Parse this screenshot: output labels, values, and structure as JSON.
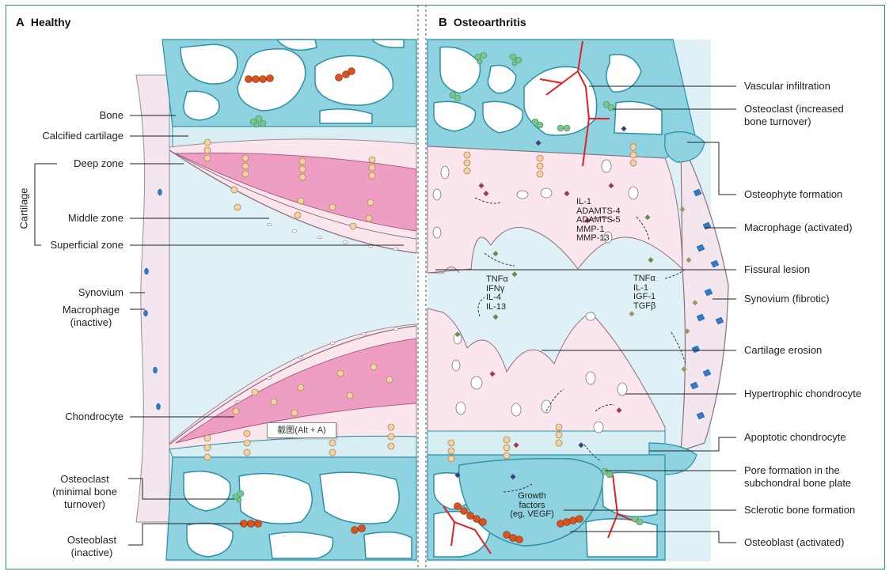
{
  "panels": {
    "a": {
      "letter": "A",
      "title": "Healthy"
    },
    "b": {
      "letter": "B",
      "title": "Osteoarthritis"
    }
  },
  "labels_left": {
    "bone": "Bone",
    "calcified_cartilage": "Calcified cartilage",
    "cartilage_group": "Cartilage",
    "deep_zone": "Deep zone",
    "middle_zone": "Middle zone",
    "superficial_zone": "Superficial zone",
    "synovium": "Synovium",
    "macrophage_inactive_1": "Macrophage",
    "macrophage_inactive_2": "(inactive)",
    "chondrocyte": "Chondrocyte",
    "osteoclast_minimal_1": "Osteoclast",
    "osteoclast_minimal_2": "(minimal bone",
    "osteoclast_minimal_3": "turnover)",
    "osteoblast_inactive_1": "Osteoblast",
    "osteoblast_inactive_2": "(inactive)"
  },
  "labels_right": {
    "vascular_infiltration": "Vascular infiltration",
    "osteoclast_increased_1": "Osteoclast (increased",
    "osteoclast_increased_2": "bone turnover)",
    "osteophyte_formation": "Osteophyte formation",
    "macrophage_activated": "Macrophage (activated)",
    "fissural_lesion": "Fissural lesion",
    "synovium_fibrotic": "Synovium (fibrotic)",
    "cartilage_erosion": "Cartilage erosion",
    "hypertrophic_chondrocyte": "Hypertrophic chondrocyte",
    "apoptotic_chondrocyte": "Apoptotic chondrocyte",
    "pore_formation_1": "Pore formation in the",
    "pore_formation_2": "subchondral bone plate",
    "sclerotic_bone": "Sclerotic bone formation",
    "osteoblast_activated": "Osteoblast (activated)"
  },
  "cytokines": {
    "group1": [
      "IL-1",
      "ADAMTS-4",
      "ADAMTS-5",
      "MMP-1",
      "MMP-13"
    ],
    "group2": [
      "TNFα",
      "IFNγ",
      "IL-4",
      "IL-13"
    ],
    "group3": [
      "TNFα",
      "IL-1",
      "IGF-1",
      "TGFβ"
    ],
    "growth_factors": [
      "Growth",
      "factors",
      "(eg, VEGF)"
    ]
  },
  "tooltip": "截图(Alt + A)",
  "colors": {
    "bone": "#8fd3e0",
    "bone_outline": "#2a8fa8",
    "cartilage_pink": "#fbe6ee",
    "middle_zone_pink": "#ee9ec2",
    "synovial_fluid": "#dff1f6",
    "osteoblast": "#d9531e",
    "osteoclast": "#7cc48f",
    "chondrocyte": "#f3d3a6",
    "macrophage": "#2e7bc9",
    "vessel": "#e31e24",
    "frame": "#2e8a6a"
  },
  "icons": [
    "osteoclast-icon",
    "osteoblast-icon",
    "chondrocyte-icon",
    "macrophage-icon",
    "cytokine-diamond-icon",
    "blood-vessel-icon"
  ]
}
